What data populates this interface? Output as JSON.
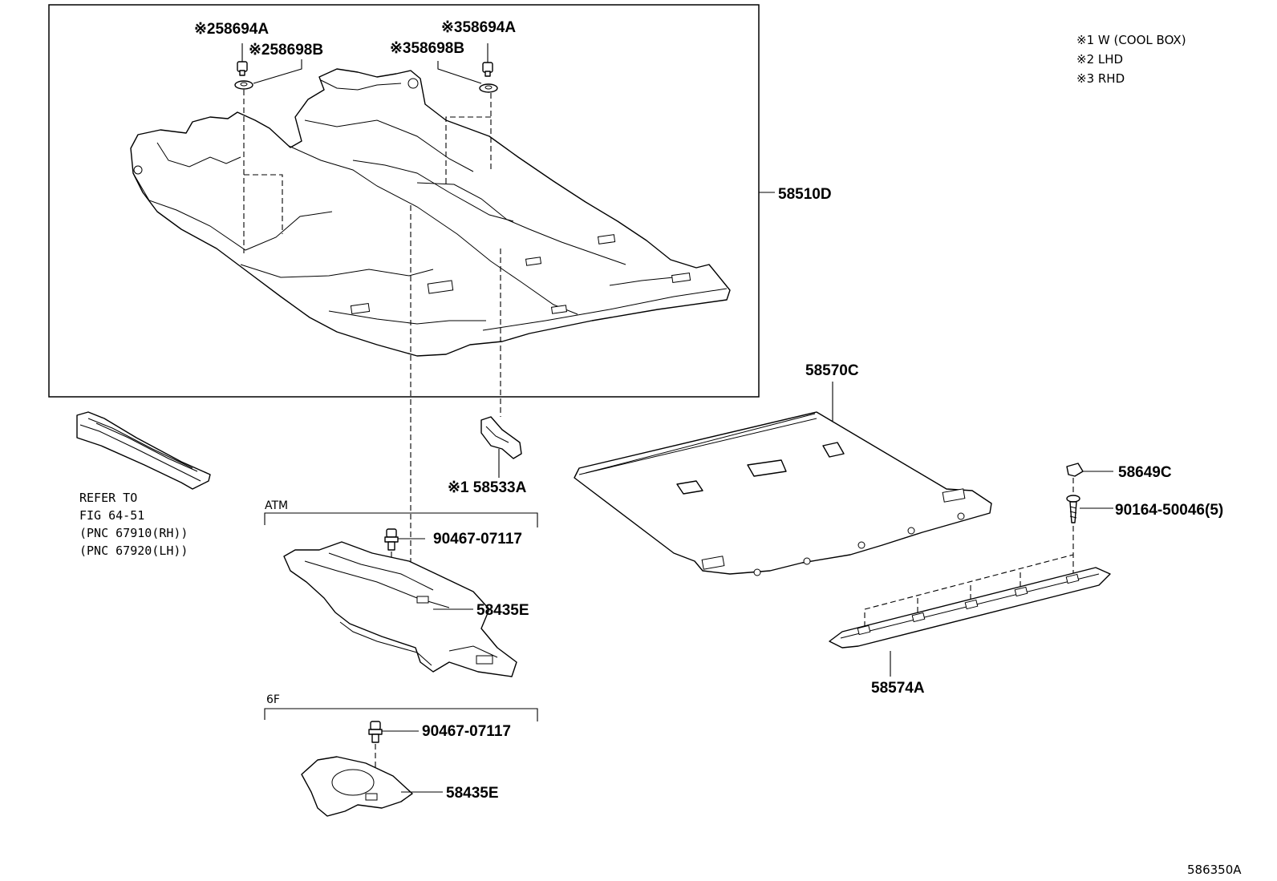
{
  "notes": [
    "※1 W (COOL BOX)",
    "※2 LHD",
    "※3 RHD"
  ],
  "parts": {
    "p58694A_lhd": "※258694A",
    "p58698B_lhd": "※258698B",
    "p58698B_rhd": "※358698B",
    "p58694A_rhd": "※358694A",
    "p58510D": "58510D",
    "p58570C": "58570C",
    "p58533A": "※1 58533A",
    "p58649C": "58649C",
    "p90164": "90164-50046(5)",
    "p90467_atm": "90467-07117",
    "p58435E_atm": "58435E",
    "p90467_6f": "90467-07117",
    "p58435E_6f": "58435E",
    "p58574A": "58574A"
  },
  "reference": [
    "REFER TO",
    "FIG 64-51",
    "(PNC 67910(RH))",
    "(PNC 67920(LH))"
  ],
  "groups": {
    "atm": "ATM",
    "sixf": "6F"
  },
  "footer": "586350A"
}
